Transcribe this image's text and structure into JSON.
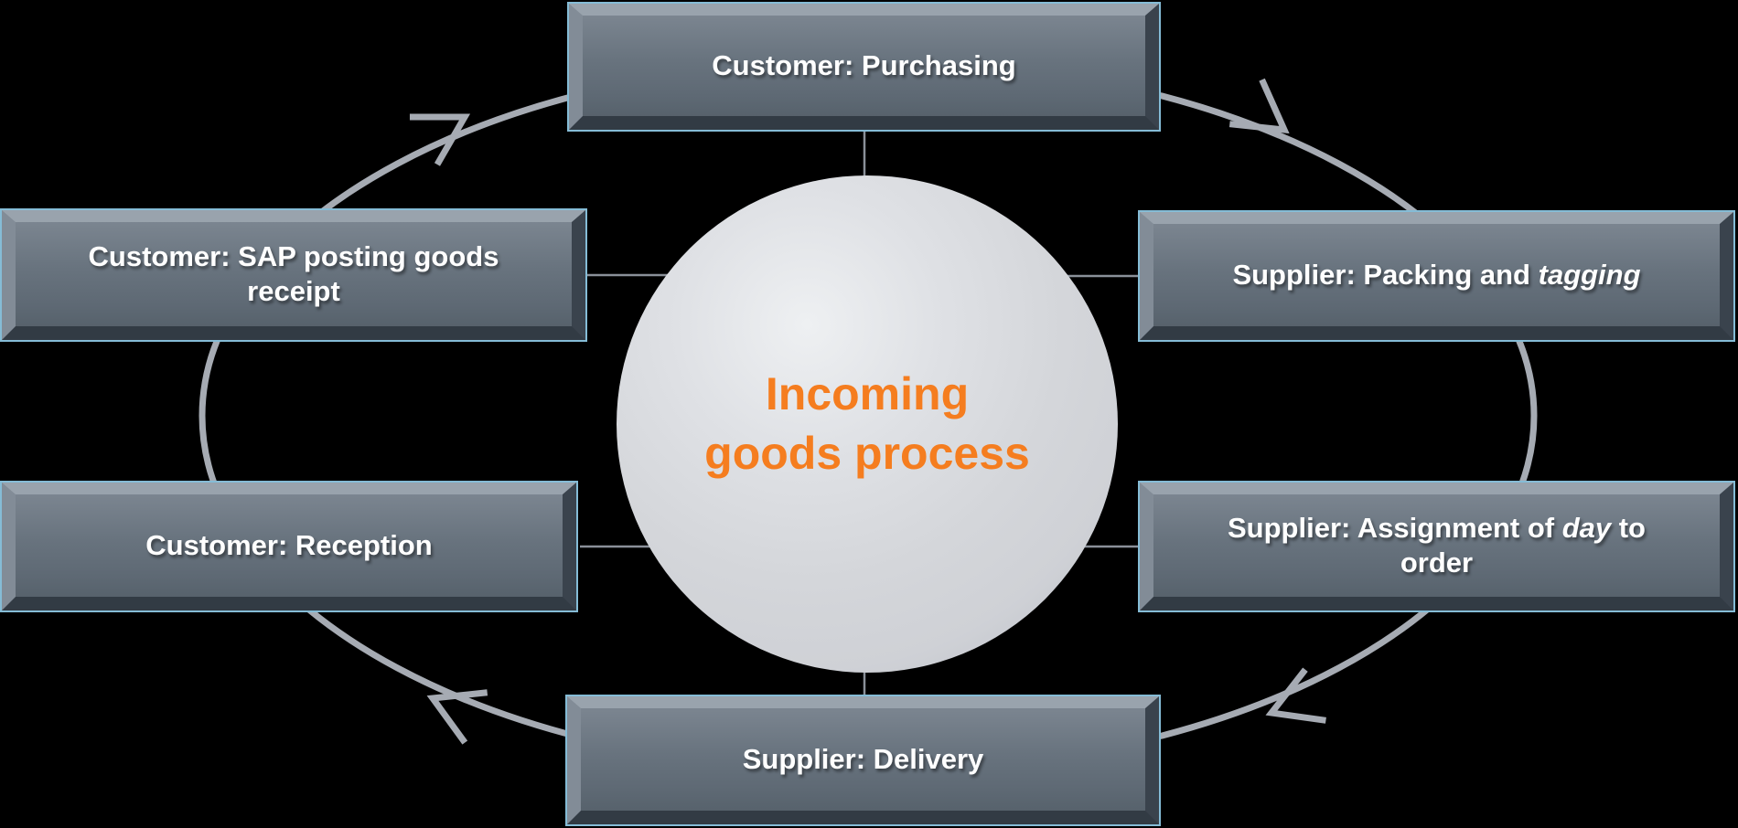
{
  "background_color": "#000000",
  "center": {
    "label": "Incoming goods process",
    "text_color": "#f57d1f",
    "fill_color": "#d2d4d9"
  },
  "boxes": [
    {
      "name": "customer-purchasing",
      "position": "top",
      "parts": [
        {
          "text": "Customer: Purchasing",
          "italic": false
        }
      ]
    },
    {
      "name": "supplier-packing-and-tagging",
      "position": "right-top",
      "parts": [
        {
          "text": "Supplier: Packing and ",
          "italic": false
        },
        {
          "text": "tagging",
          "italic": true
        }
      ]
    },
    {
      "name": "supplier-assignment-of-day-to-order",
      "position": "right-bottom",
      "parts": [
        {
          "text": "Supplier: Assignment of ",
          "italic": false
        },
        {
          "text": "day",
          "italic": true
        },
        {
          "text": " to",
          "italic": false
        },
        {
          "text": "order",
          "italic": false,
          "new_line": true
        }
      ]
    },
    {
      "name": "supplier-delivery",
      "position": "bottom",
      "parts": [
        {
          "text": "Supplier: Delivery",
          "italic": false
        }
      ]
    },
    {
      "name": "customer-reception",
      "position": "left-bottom",
      "parts": [
        {
          "text": "Customer: Reception",
          "italic": false
        }
      ]
    },
    {
      "name": "customer-sap-posting-goods-receipt",
      "position": "left-top",
      "parts": [
        {
          "text": "Customer: SAP posting goods",
          "italic": false
        },
        {
          "text": "receipt",
          "italic": false,
          "new_line": true
        }
      ]
    }
  ],
  "flow": {
    "direction": "clockwise",
    "arrowhead_count": 4
  },
  "colors": {
    "arc": "#a6abb3",
    "connector": "#8a9099",
    "box_fill": "#66717c",
    "box_edge_blue": "#85bcd6",
    "box_text": "#ffffff",
    "circle_fill": "#d2d4d9",
    "center_text": "#f57d1f"
  }
}
